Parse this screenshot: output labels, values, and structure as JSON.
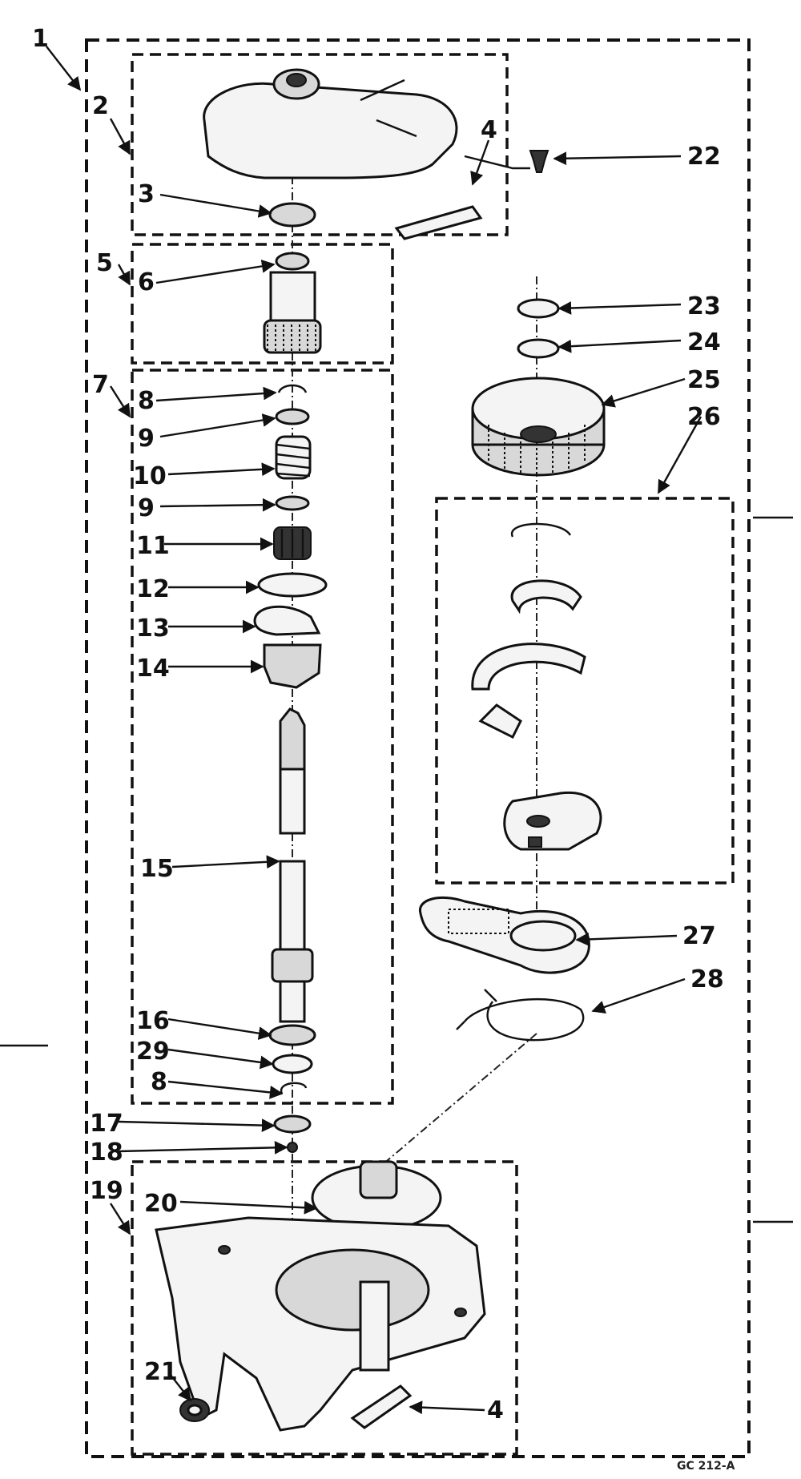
{
  "diagram": {
    "labels": [
      "1",
      "2",
      "3",
      "4",
      "5",
      "6",
      "7",
      "8",
      "9",
      "10",
      "9",
      "11",
      "12",
      "13",
      "14",
      "15",
      "16",
      "29",
      "8",
      "17",
      "18",
      "19",
      "20",
      "21",
      "4",
      "22",
      "23",
      "24",
      "25",
      "26",
      "27",
      "28"
    ],
    "drawing_code": "GC 212-A"
  }
}
